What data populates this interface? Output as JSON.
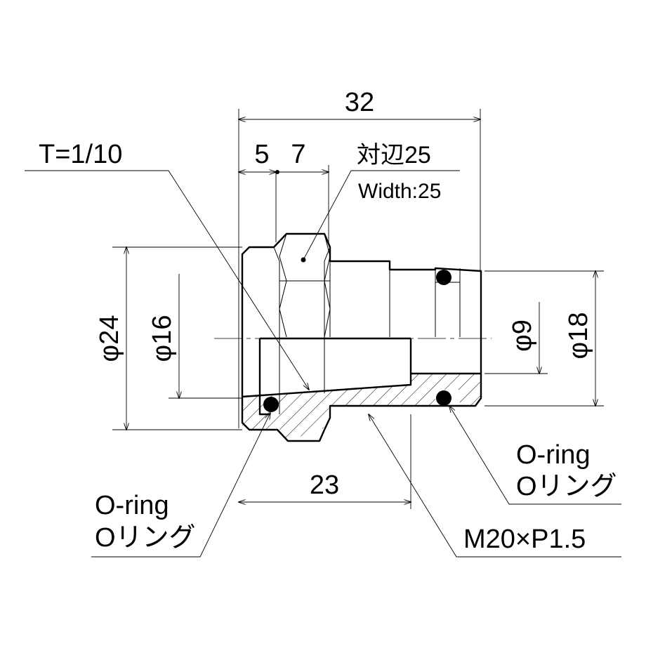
{
  "dimensions": {
    "overall_length": "32",
    "hex_offset": "5",
    "hex_width": "7",
    "thread_length": "23",
    "outer_diameter": "φ24",
    "inner_diameter": "φ16",
    "bore_diameter": "φ9",
    "oring_groove_diameter": "φ18"
  },
  "callouts": {
    "taper": "T=1/10",
    "hex_jp": "対辺25",
    "hex_en": "Width:25",
    "oring_left_en": "O-ring",
    "oring_left_jp": "Oリング",
    "oring_right_en": "O-ring",
    "oring_right_jp": "Oリング",
    "thread": "M20×P1.5"
  }
}
